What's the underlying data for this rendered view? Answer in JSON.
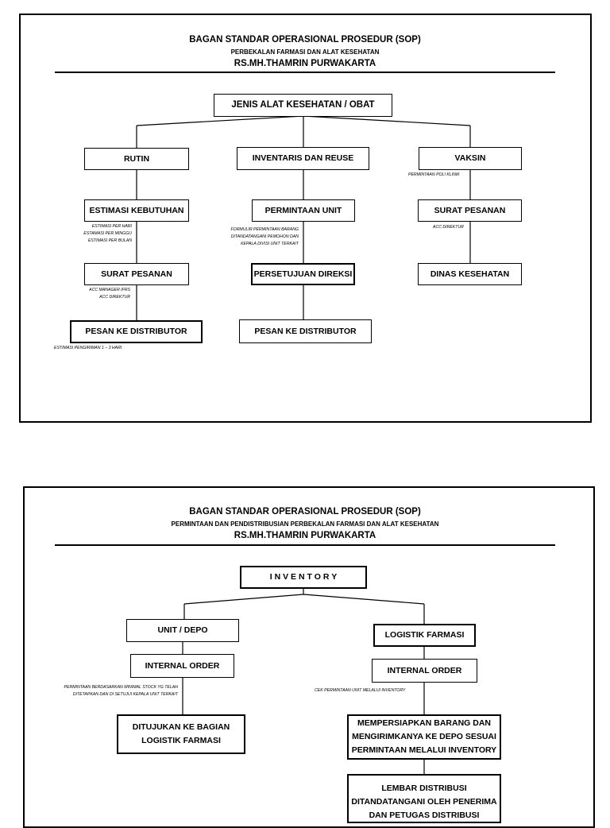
{
  "sop1": {
    "title": "BAGAN STANDAR OPERASIONAL PROSEDUR (SOP)",
    "subtitle": "PERBEKALAN FARMASI DAN ALAT KESEHATAN",
    "hospital": "RS.MH.THAMRIN PURWAKARTA",
    "root": "JENIS ALAT KESEHATAN / OBAT",
    "rutin": {
      "label": "RUTIN",
      "step1": "ESTIMASI KEBUTUHAN",
      "note1": "ESTIMASI PER HARI\nESTAMASI PER MINGGU\nESTIMASI PER BULAN",
      "step2": "SURAT PESANAN",
      "note2": "ACC MANAGER IFRS\nACC DIREKTUR",
      "step3": "PESAN KE DISTRIBUTOR",
      "note3": "ESTIMASI PENGIRIMAN 1 – 3 HARI"
    },
    "inventaris": {
      "label": "INVENTARIS DAN REUSE",
      "step1": "PERMINTAAN UNIT",
      "note1": "FORMULIR PERMINTAAN BARANG\nDITANDATANGANI PEMOHON DAN\nKEPALA DIVISI UNIT TERKAIT",
      "step2": "PERSETUJUAN DIREKSI",
      "step3": "PESAN KE DISTRIBUTOR"
    },
    "vaksin": {
      "label": "VAKSIN",
      "note0": "PERMINTAAN POLI KLINIK",
      "step1": "SURAT PESANAN",
      "note1": "ACC DIREKTUR",
      "step2": "DINAS KESEHATAN"
    }
  },
  "sop2": {
    "title": "BAGAN STANDAR OPERASIONAL PROSEDUR (SOP)",
    "subtitle": "PERMINTAAN DAN PENDISTRIBUSIAN PERBEKALAN FARMASI DAN ALAT KESEHATAN",
    "hospital": "RS.MH.THAMRIN PURWAKARTA",
    "root": "I N V E N T O R Y",
    "unit": {
      "label": "UNIT / DEPO",
      "step1": "INTERNAL ORDER",
      "note1": "PERMINTAAN BERDASARKAN MINIMAL STOCK YG TELAH\nDITETAPKAN DAN DI SETUJUI KEPALA UNIT TERKAIT",
      "step2": "DITUJUKAN KE BAGIAN\nLOGISTIK FARMASI"
    },
    "logistik": {
      "label": "LOGISTIK FARMASI",
      "step1": "INTERNAL ORDER",
      "note1": "CEK PERMINTAAN UNIT MELALUI INVENTORY",
      "step2": "MEMPERSIAPKAN BARANG DAN\nMENGIRIMKANYA KE DEPO SESUAI\nPERMINTAAN MELALUI INVENTORY",
      "step3": "LEMBAR DISTRIBUSI\nDITANDATANGANI OLEH PENERIMA\nDAN PETUGAS DISTRIBUSI"
    }
  }
}
